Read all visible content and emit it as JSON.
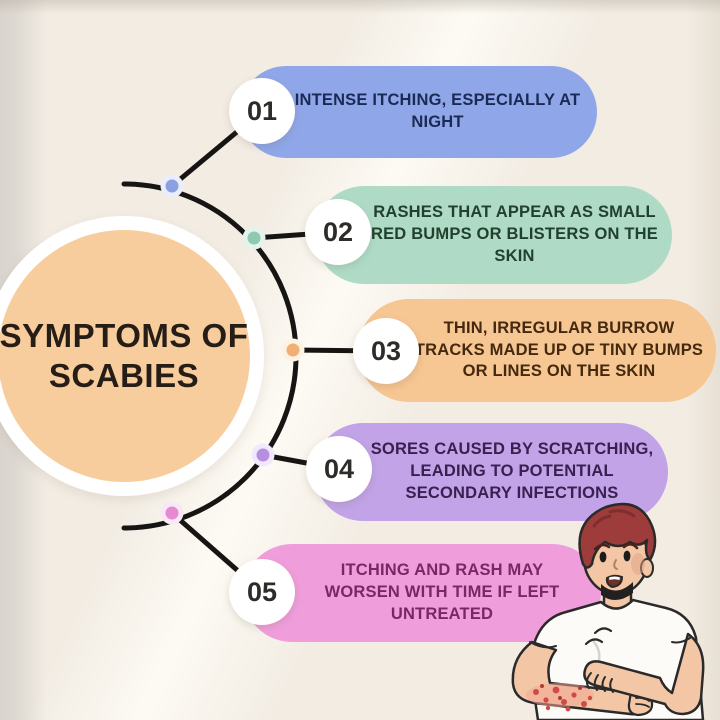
{
  "title": {
    "line1": "SYMPTOMS OF",
    "line2": "SCABIES"
  },
  "items": [
    {
      "number": "01",
      "text": "INTENSE ITCHING, ESPECIALLY AT NIGHT",
      "pill_color": "#8FA7E9",
      "text_color": "#1B2A55",
      "dot_color": "#8BA0E2"
    },
    {
      "number": "02",
      "text": "RASHES THAT APPEAR AS SMALL RED BUMPS OR BLISTERS ON THE SKIN",
      "pill_color": "#AFDBC6",
      "text_color": "#21402D",
      "dot_color": "#8FC9AE"
    },
    {
      "number": "03",
      "text": "THIN, IRREGULAR BURROW TRACKS MADE UP OF TINY BUMPS OR LINES ON THE SKIN",
      "pill_color": "#F6C693",
      "text_color": "#44290F",
      "dot_color": "#F0AF74"
    },
    {
      "number": "04",
      "text": "SORES CAUSED BY SCRATCHING, LEADING TO POTENTIAL SECONDARY INFECTIONS",
      "pill_color": "#C2A3E8",
      "text_color": "#382051",
      "dot_color": "#B78FE2"
    },
    {
      "number": "05",
      "text": "ITCHING AND RASH MAY WORSEN WITH TIME IF LEFT UNTREATED",
      "pill_color": "#EF9EDB",
      "text_color": "#7A2766",
      "dot_color": "#E689D1"
    }
  ],
  "colors": {
    "background": "#F2ECE3",
    "center_circle_fill": "#F8CD9E",
    "center_circle_ring": "#FFFFFF",
    "connector_line": "#171513",
    "number_circle_fill": "#FFFFFF",
    "number_text": "#2E2C29",
    "title_text": "#261E16"
  },
  "illustration": "man-scratching-arm-illustration"
}
